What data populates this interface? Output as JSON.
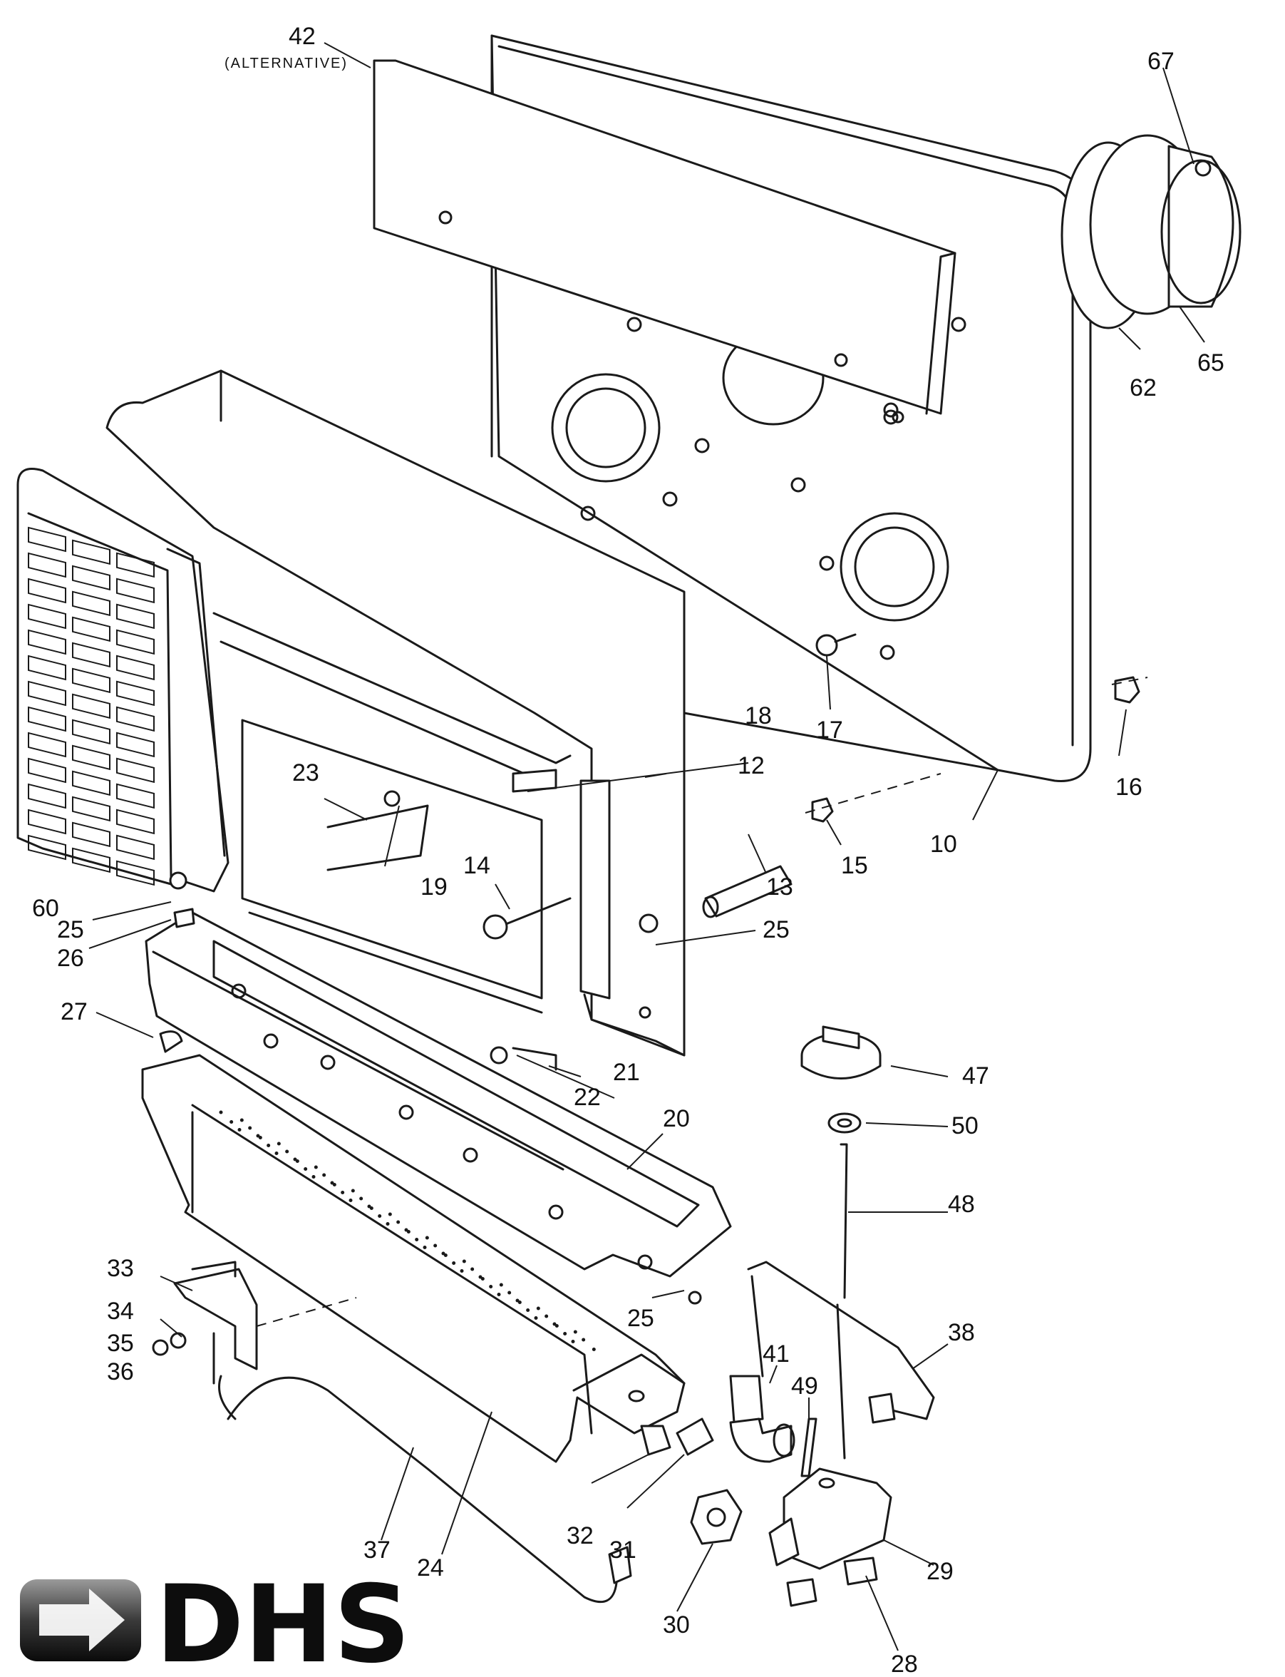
{
  "callouts": {
    "c10": "10",
    "c12": "12",
    "c13": "13",
    "c14": "14",
    "c15": "15",
    "c16": "16",
    "c17": "17",
    "c18": "18",
    "c19": "19",
    "c20": "20",
    "c21": "21",
    "c22": "22",
    "c23": "23",
    "c24": "24",
    "c25a": "25",
    "c25b": "25",
    "c25c": "25",
    "c26": "26",
    "c27": "27",
    "c28": "28",
    "c29": "29",
    "c30": "30",
    "c31": "31",
    "c32": "32",
    "c33": "33",
    "c34": "34",
    "c35": "35",
    "c36": "36",
    "c37": "37",
    "c38": "38",
    "c41": "41",
    "c42": "42",
    "c47": "47",
    "c48": "48",
    "c49": "49",
    "c50": "50",
    "c60": "60",
    "c62": "62",
    "c65": "65",
    "c67": "67",
    "alternative_note": "(ALTERNATIVE)"
  },
  "logo": {
    "text": "DHS",
    "icon": "arrow-right-icon"
  }
}
